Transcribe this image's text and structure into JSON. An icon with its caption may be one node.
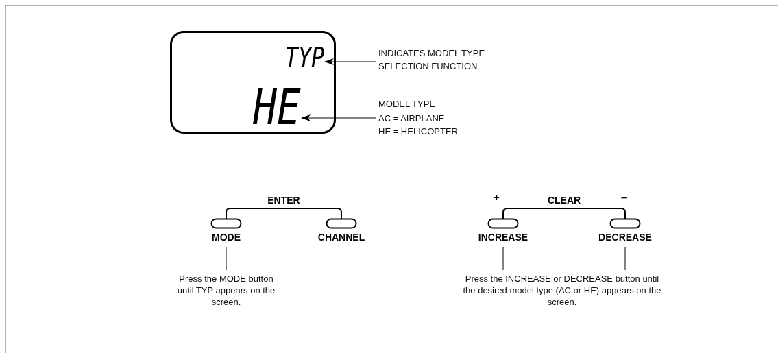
{
  "diagram": {
    "nodes": [
      {
        "text": [],
        "shape": "box"
      },
      {
        "text": [
          "TYP"
        ],
        "in": 0
      },
      {
        "text": [
          "HE"
        ],
        "in": 0
      },
      {
        "text": [
          "INDICATES MODEL TYPE SELECTION FUNCTION"
        ]
      },
      {
        "text": [
          "MODEL TYPE",
          "AC = AIRPLANE",
          "HE = HELICOPTER"
        ]
      },
      {
        "text": [
          "MODE"
        ]
      },
      {
        "text": [
          "CHANNEL"
        ]
      },
      {
        "text": [
          "INCREASE"
        ],
        "beside": [
          "+"
        ]
      },
      {
        "text": [
          "DECREASE"
        ],
        "beside": [
          "–"
        ]
      },
      {
        "text": [
          "Press the MODE button until TYP appears on the screen."
        ]
      },
      {
        "text": [
          "Press the INCREASE or DECREASE button until the desired model type (AC or HE) appears on the screen."
        ]
      }
    ],
    "edges": [
      {
        "from": 3,
        "to": 1,
        "arrow": "to"
      },
      {
        "from": 4,
        "to": 2,
        "arrow": "to"
      },
      {
        "from": 5,
        "to": 6,
        "arrow": "none",
        "label": "ENTER"
      },
      {
        "from": 7,
        "to": 8,
        "arrow": "none",
        "label": "CLEAR"
      },
      {
        "from": 9,
        "to": 5,
        "arrow": "none"
      },
      {
        "from": 10,
        "to": 7,
        "arrow": "none"
      },
      {
        "from": 10,
        "to": 8,
        "arrow": "none"
      }
    ]
  }
}
